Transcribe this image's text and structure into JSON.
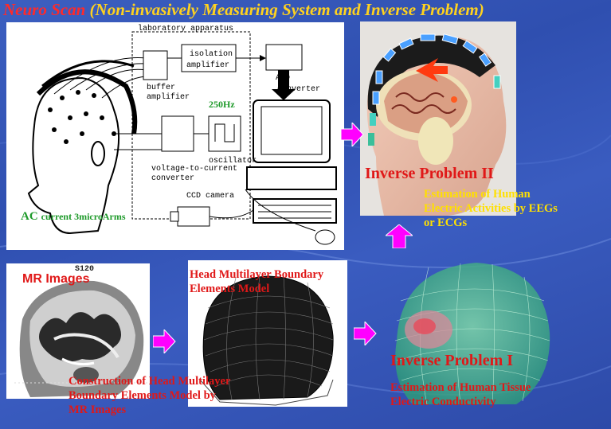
{
  "title": {
    "main": "Neuro Scan",
    "sub": "(Non-invasively Measuring System and Inverse Problem)"
  },
  "apparatus": {
    "lab": "laboratory apparatus",
    "isolation": "isolation",
    "amplifier": "amplifier",
    "buffer": "buffer",
    "buffer2": "amplifier",
    "ad": "A/D",
    "converter": "converter",
    "freq": "250Hz",
    "oscillator": "oscillator",
    "v2c": "voltage-to-current",
    "v2c2": "converter",
    "ccd": "CCD camera",
    "ac_big": "AC",
    "ac_small": "current 3microArms"
  },
  "inverse2": {
    "title": "Inverse Problem II",
    "line1": "Estimation of Human",
    "line2": "Electric Activities by EEGs",
    "line3": "or ECGs"
  },
  "mr": {
    "label": "MR Images",
    "slice": "S120",
    "line1": "Construction of Head Multilayer",
    "line2": "Boundary Elements Model by",
    "line3": "MR Images"
  },
  "model": {
    "line1": "Head Multilayer Boundary",
    "line2": "Elements Model"
  },
  "inverse1": {
    "title": "Inverse Problem I",
    "line1": "Estimation of Human Tissue",
    "line2": "Electric Conductivity"
  },
  "colors": {
    "background": "#3c5fc0",
    "red_text": "#e01818",
    "yellow_text": "#ffe000",
    "arrow": "#ff00ff"
  }
}
